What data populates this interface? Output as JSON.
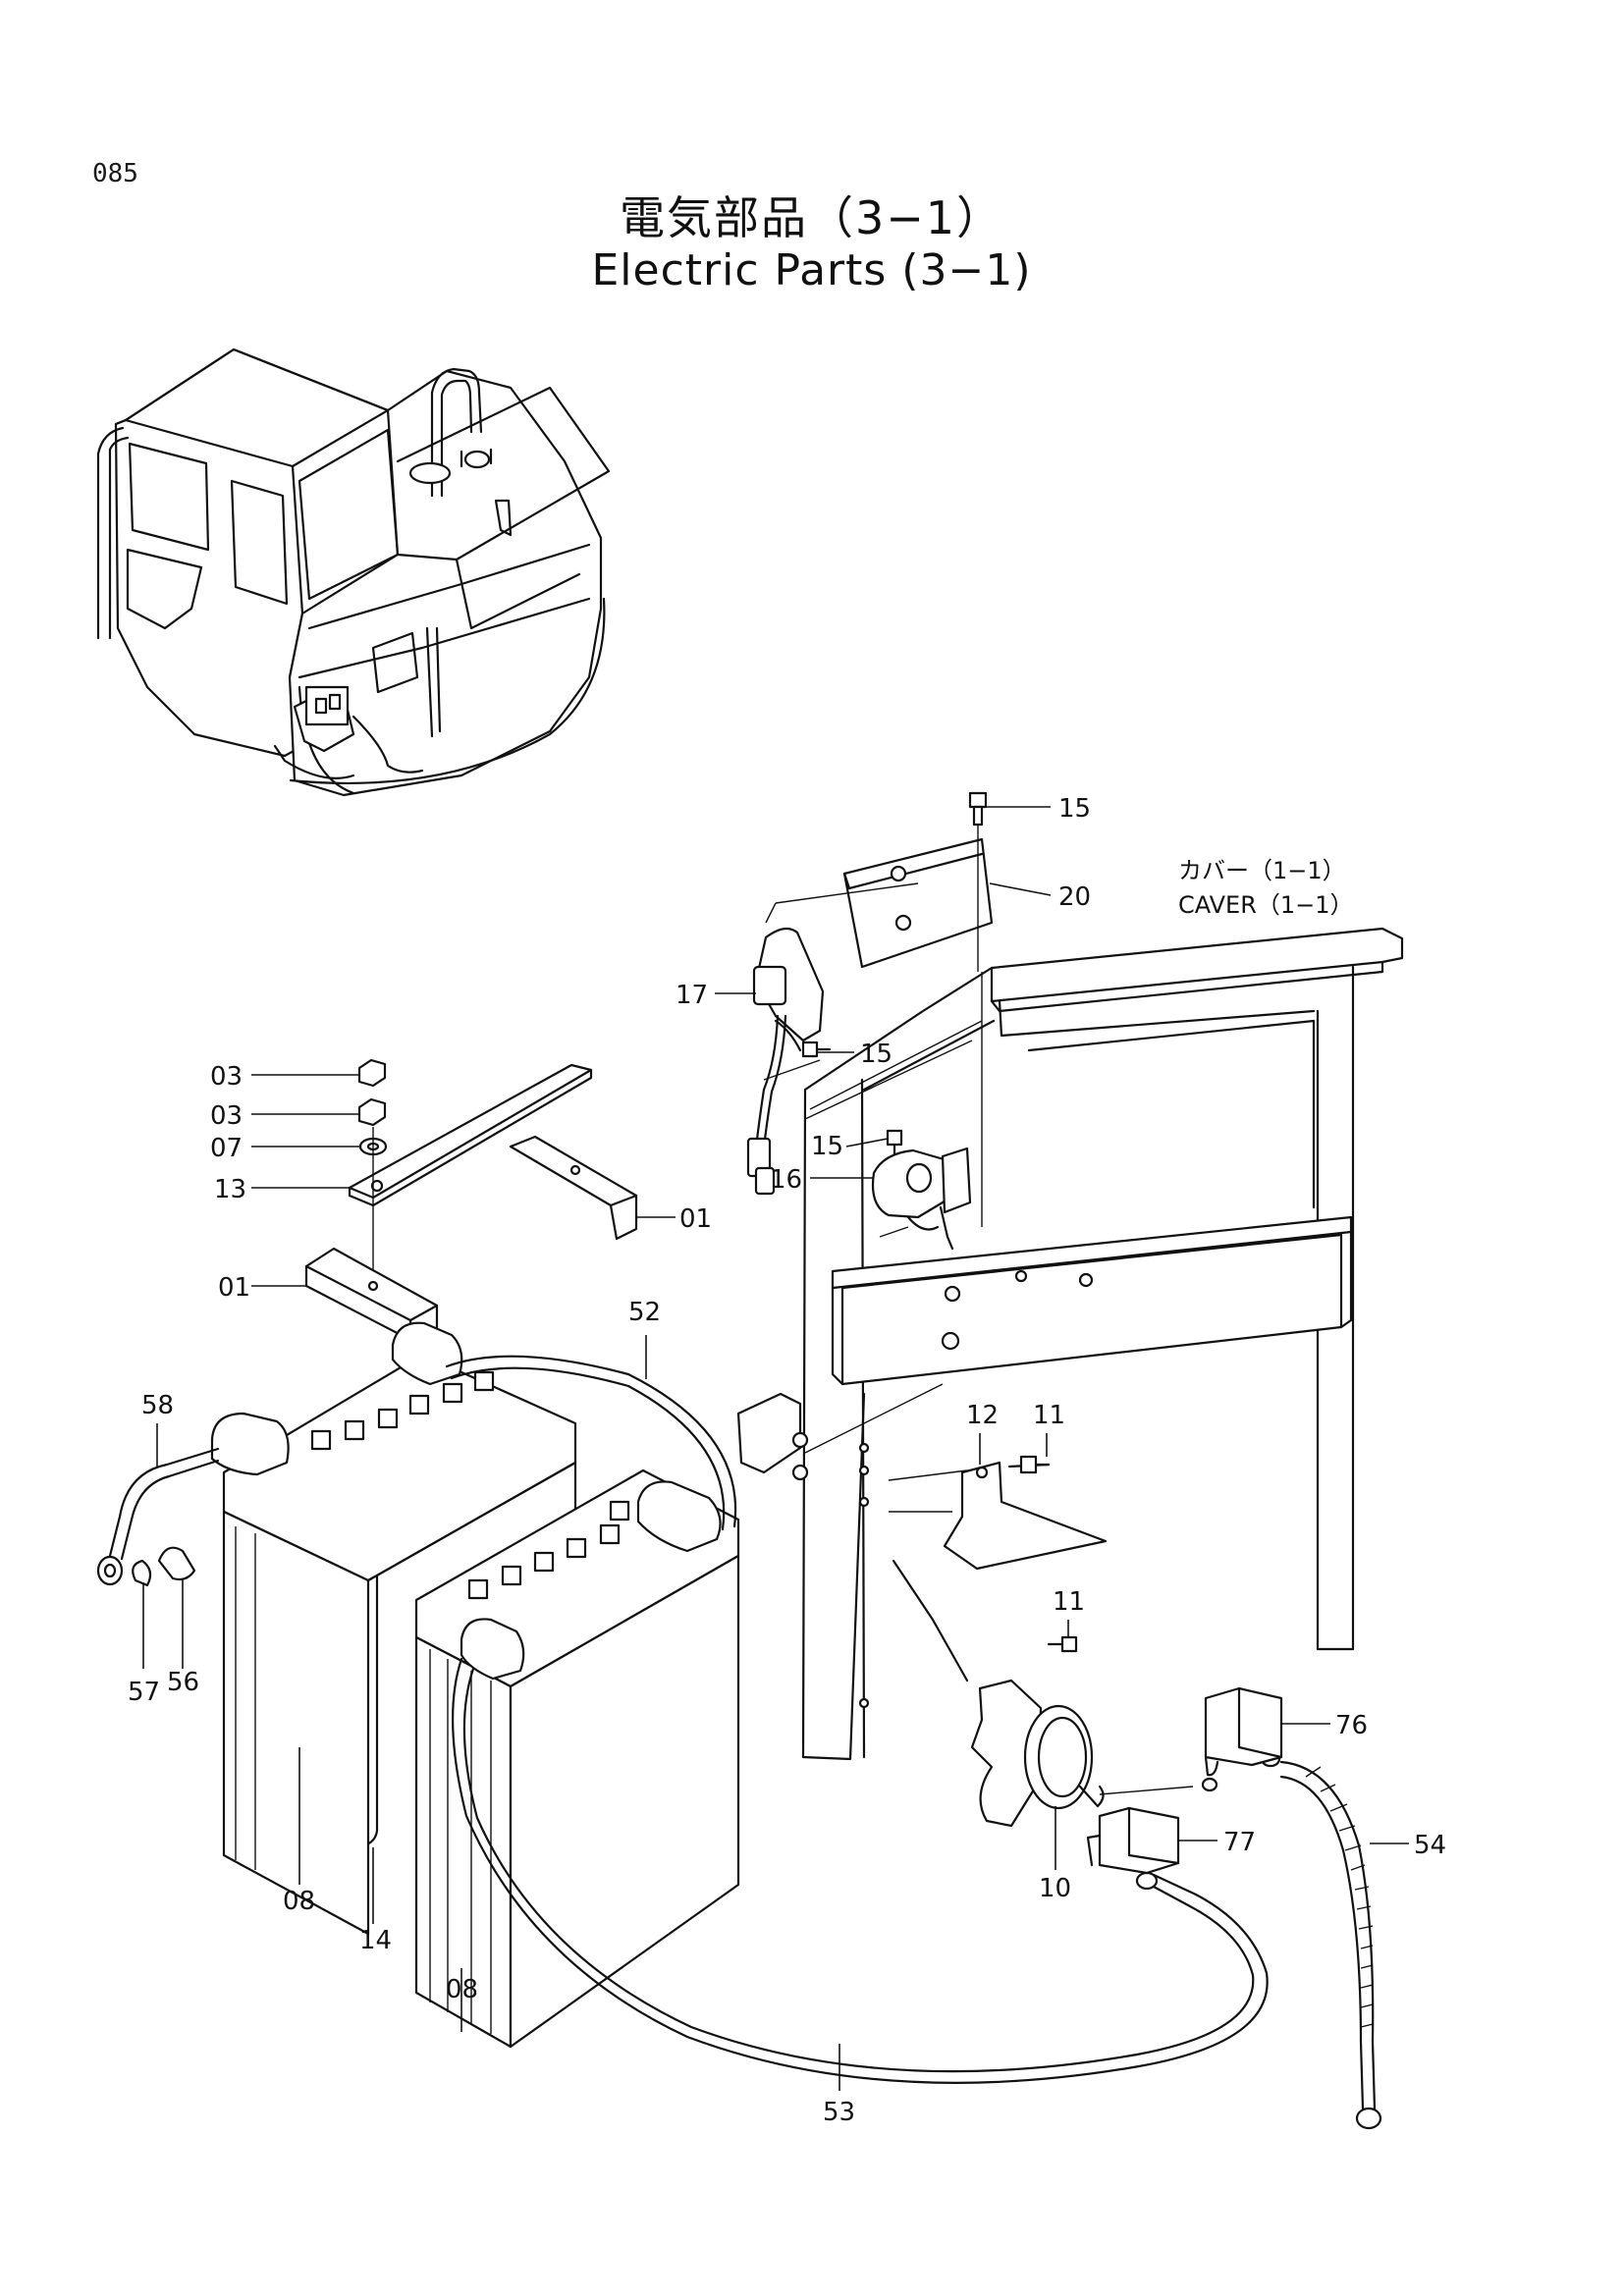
{
  "page_number": "085",
  "title_jp": "電気部品（3−1）",
  "title_en": "Electric Parts (3−1)",
  "cover_ref": {
    "jp": "カバー（1−1）",
    "en": "CAVER（1−1）"
  },
  "callouts": [
    "15",
    "20",
    "17",
    "15",
    "15",
    "16",
    "03",
    "03",
    "07",
    "13",
    "01",
    "01",
    "52",
    "12",
    "11",
    "58",
    "57",
    "56",
    "11",
    "76",
    "08",
    "14",
    "08",
    "10",
    "77",
    "54",
    "53"
  ]
}
